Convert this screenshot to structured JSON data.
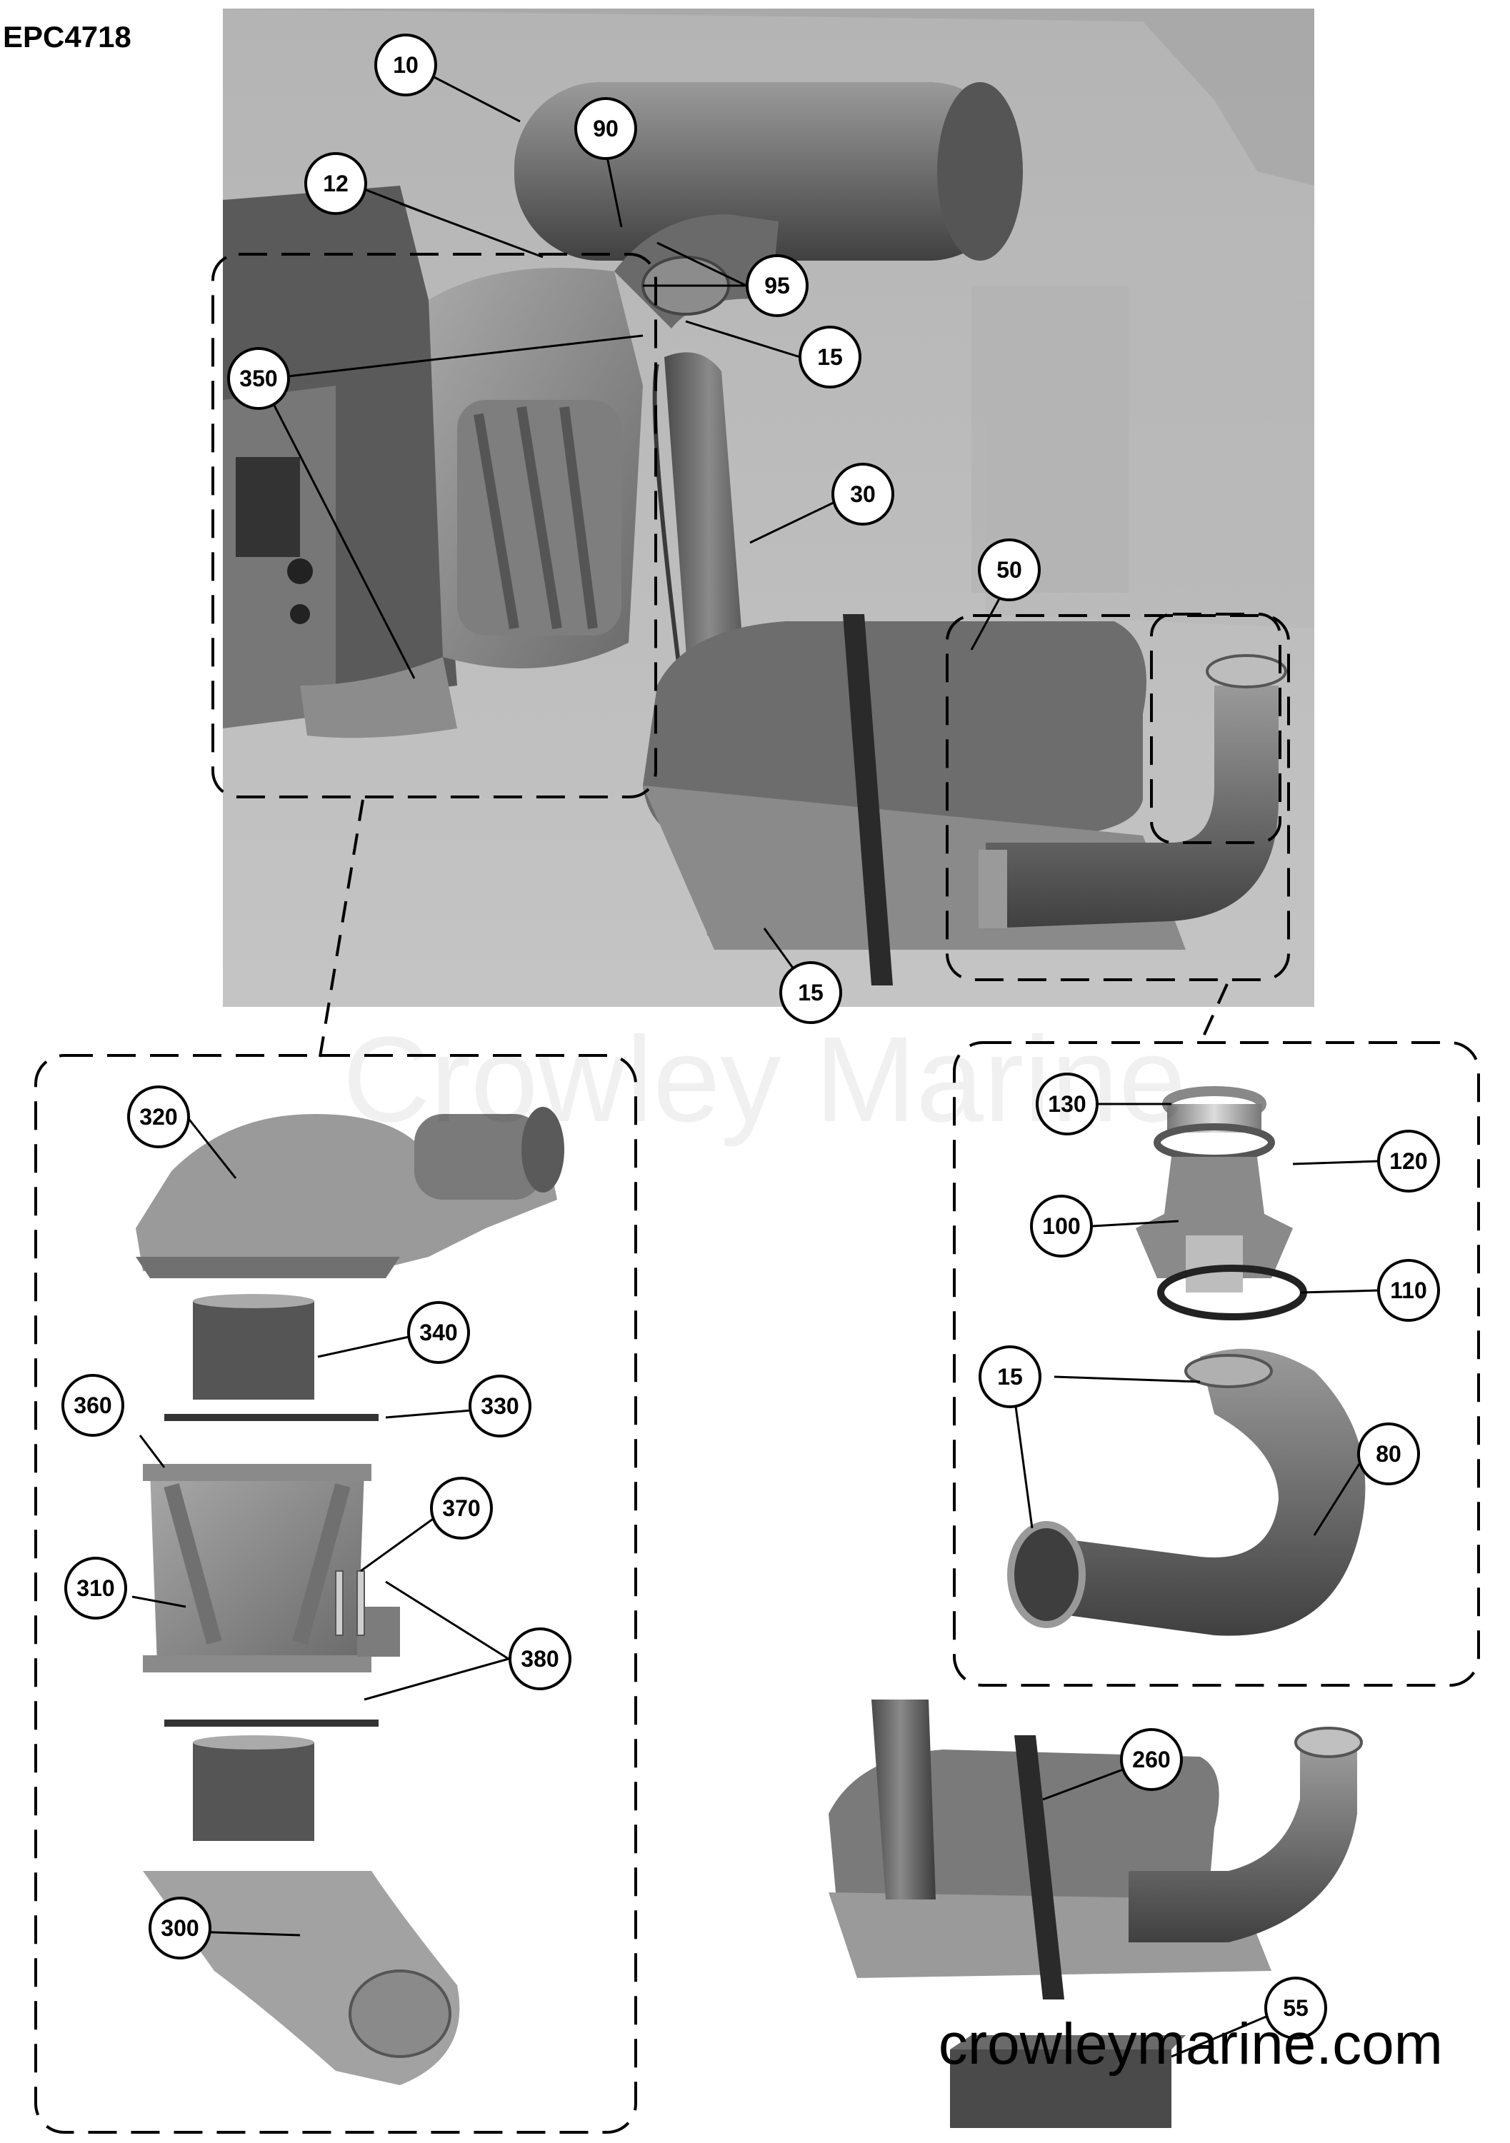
{
  "diagram_code": "EPC4718",
  "watermark": "Crowley Marine",
  "website": "crowleymarine.com",
  "callouts": [
    "10",
    "90",
    "12",
    "95",
    "15",
    "350",
    "30",
    "50",
    "15",
    "320",
    "340",
    "330",
    "360",
    "370",
    "310",
    "380",
    "300",
    "130",
    "120",
    "100",
    "110",
    "15",
    "80",
    "260",
    "55"
  ]
}
